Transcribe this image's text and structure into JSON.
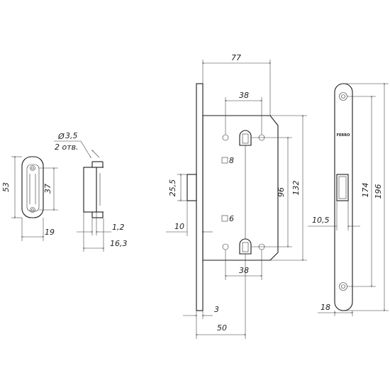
{
  "dimensions": {
    "strike_height": "53",
    "strike_slot": "37",
    "strike_width": "19",
    "hole_diameter": "3,5",
    "hole_count": "2 отв.",
    "strike_depth": "1,2",
    "strike_total": "16,3",
    "body_width": "77",
    "hole_spacing_top": "38",
    "square_top": "8",
    "latch_height": "25,5",
    "latch_throw": "10",
    "square_bottom": "6",
    "hole_spacing_bottom": "38",
    "center_distance": "96",
    "body_height": "132",
    "faceplate_offset": "3",
    "backset": "50",
    "faceplate_slot_offset": "10,5",
    "faceplate_width": "18",
    "faceplate_holes": "174",
    "faceplate_height": "196"
  },
  "brand_mark": "FERRO",
  "colors": {
    "line": "#1a1a1a",
    "text": "#222222",
    "background": "#ffffff"
  }
}
